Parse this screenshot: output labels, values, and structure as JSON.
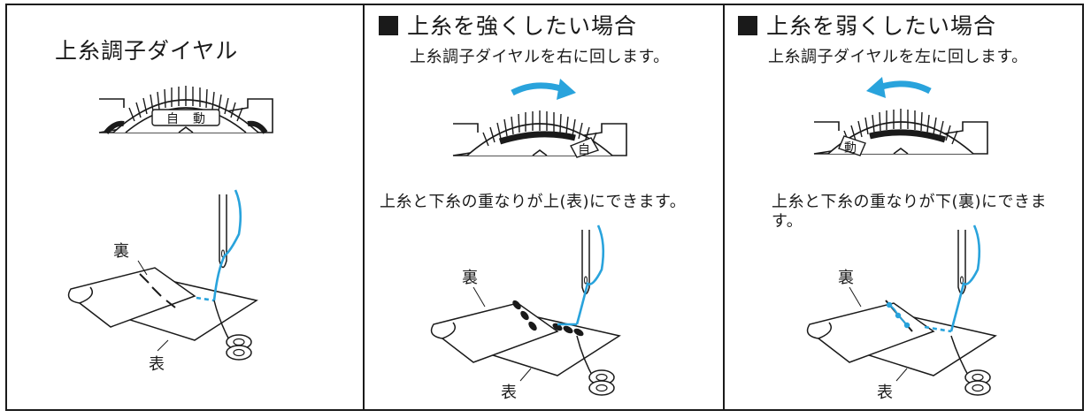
{
  "colors": {
    "thread": "#29a3dc",
    "ink": "#1a1a1a"
  },
  "panel1": {
    "title": "上糸調子ダイヤル",
    "dial_label_a": "自",
    "dial_label_b": "動",
    "label_back": "裏",
    "label_front": "表"
  },
  "panel2": {
    "title": "上糸を強くしたい場合",
    "instruction": "上糸調子ダイヤルを右に回します。",
    "dial_label": "自",
    "description": "上糸と下糸の重なりが上(表)にできます。",
    "label_back": "裏",
    "label_front": "表"
  },
  "panel3": {
    "title": "上糸を弱くしたい場合",
    "instruction": "上糸調子ダイヤルを左に回します。",
    "dial_label": "動",
    "description": "上糸と下糸の重なりが下(裏)にできます。",
    "label_back": "裏",
    "label_front": "表"
  }
}
